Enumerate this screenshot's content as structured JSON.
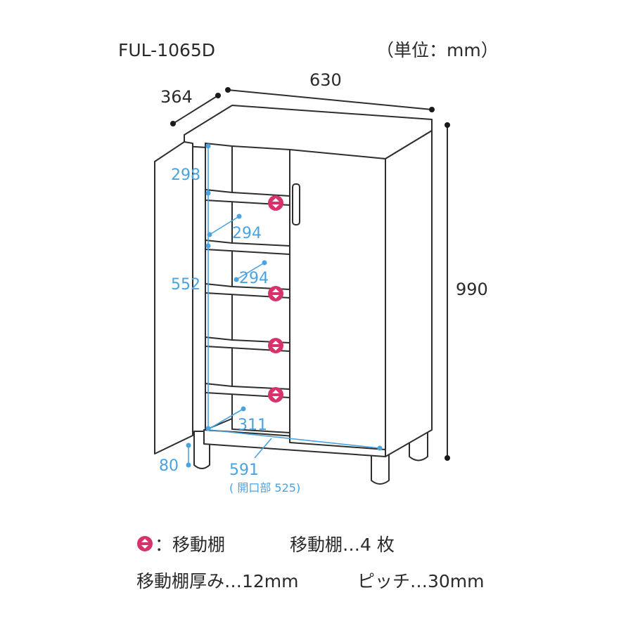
{
  "model": "FUL-1065D",
  "unit_label": "（単位：mm）",
  "dimensions": {
    "width": "630",
    "depth": "364",
    "height": "990",
    "top_height": "298",
    "mid_height": "552",
    "upper_depth": "294",
    "mid_depth": "294",
    "bottom_depth": "311",
    "inner_width": "591",
    "opening": "( 開口部 525)",
    "leg_height": "80"
  },
  "legend": {
    "symbol_label": "：移動棚",
    "shelf_count": "移動棚…4 枚",
    "thickness": "移動棚厚み…12mm",
    "pitch": "ピッチ…30mm"
  },
  "colors": {
    "outline": "#2e2e2e",
    "dimension_blue": "#4aa3df",
    "movable_marker": "#d6336c"
  }
}
